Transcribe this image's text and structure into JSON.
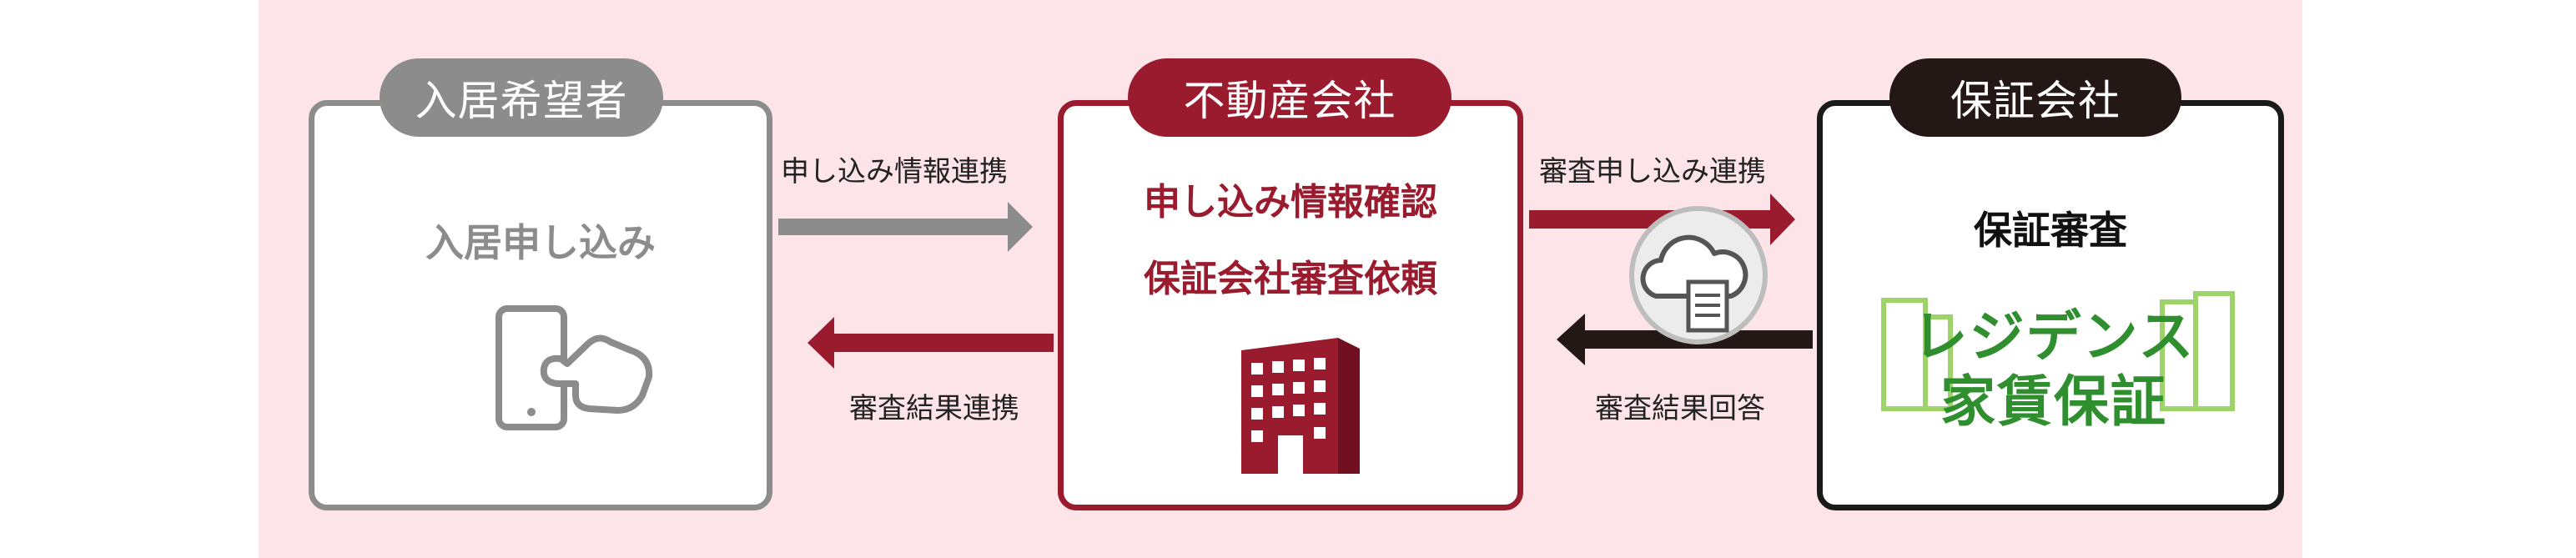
{
  "nodes": {
    "applicant": {
      "title": "入居希望者",
      "body": "入居申し込み",
      "icon": "smartphone-tap-icon"
    },
    "real_estate": {
      "title": "不動産会社",
      "line1": "申し込み情報確認",
      "line2": "保証会社審査依頼",
      "icon": "office-building-icon"
    },
    "guarantor": {
      "title": "保証会社",
      "body": "保証審査",
      "logo_line1": "レジデンス",
      "logo_line2": "家賃保証"
    }
  },
  "flows": {
    "applicant_to_realestate": "申し込み情報連携",
    "realestate_to_applicant": "審査結果連携",
    "realestate_to_guarantor": "審査申し込み連携",
    "guarantor_to_realestate": "審査結果回答"
  },
  "colors": {
    "background": "#fde4e8",
    "applicant": "#8c8c8c",
    "real_estate": "#9b1b2e",
    "guarantor": "#231815",
    "logo_green": "#2f8f2f"
  }
}
